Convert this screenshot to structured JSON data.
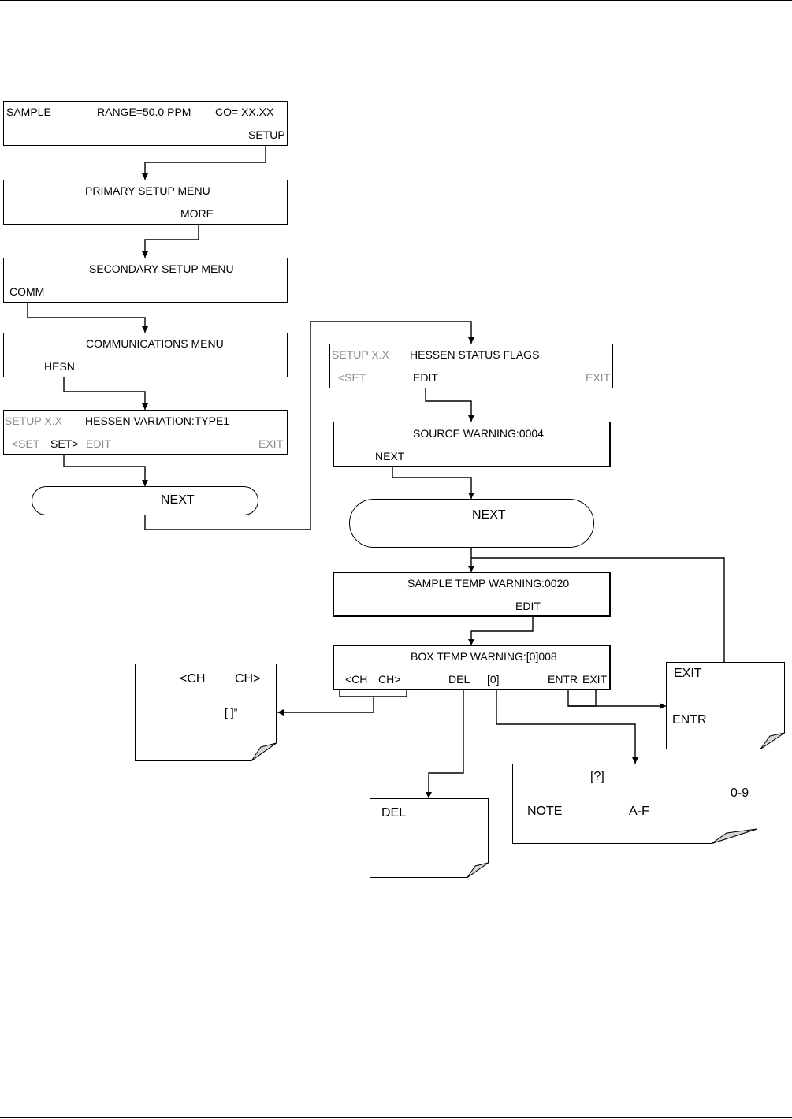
{
  "screens": {
    "sample": {
      "left": "SAMPLE",
      "range": "RANGE=50.0 PPM",
      "co": "CO= XX.XX",
      "setup": "SETUP"
    },
    "primary": {
      "title": "PRIMARY SETUP MENU",
      "more": "MORE"
    },
    "secondary": {
      "title": "SECONDARY SETUP MENU",
      "comm": "COMM"
    },
    "comms": {
      "title": "COMMUNICATIONS MENU",
      "hesn": "HESN"
    },
    "variation": {
      "prefix": "SETUP X.X",
      "title": "HESSEN VARIATION:TYPE1",
      "prev": "<SET",
      "next": "SET>",
      "edit": "EDIT",
      "exit": "EXIT"
    },
    "status_flags": {
      "prefix": "SETUP X.X",
      "title": "HESSEN STATUS FLAGS",
      "prev": "<SET",
      "edit": "EDIT",
      "exit": "EXIT"
    },
    "source_warning": {
      "title": "SOURCE WARNING:0004",
      "next": "NEXT"
    },
    "sample_temp": {
      "title": "SAMPLE TEMP WARNING:0020",
      "edit": "EDIT"
    },
    "box_temp": {
      "title_a": "BOX TEMP WARNING:",
      "title_b": "[0]",
      "title_c": "008",
      "ch_prev": "<CH",
      "ch_next": "CH>",
      "del": "DEL",
      "digit": "[0]",
      "entr": "ENTR",
      "exit": "EXIT"
    }
  },
  "pills": {
    "next_left": "NEXT",
    "next_right": "NEXT"
  },
  "notes": {
    "ch": {
      "a": "<CH",
      "b": "CH>",
      "c": "[ ]”"
    },
    "del": {
      "a": "DEL"
    },
    "digit": {
      "a": "[?]",
      "b": "0-9",
      "c": "NOTE",
      "d": "A-F"
    },
    "exit": {
      "a": "EXIT",
      "b": "ENTR"
    }
  }
}
